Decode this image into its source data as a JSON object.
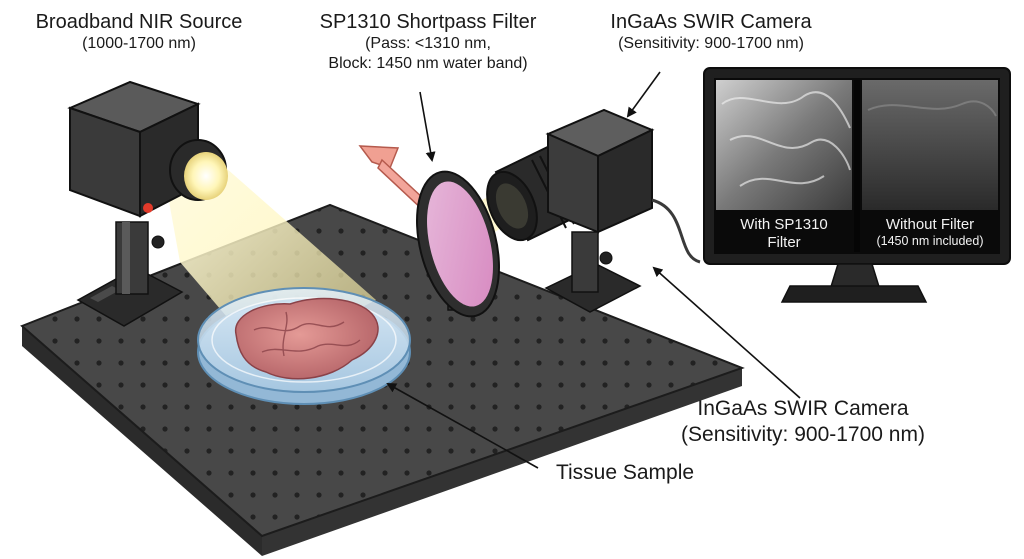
{
  "labels": {
    "source": {
      "title": "Broadband NIR Source",
      "sub": "(1000-1700 nm)"
    },
    "filter": {
      "title": "SP1310 Shortpass Filter",
      "sub1": "(Pass: <1310 nm,",
      "sub2": "Block: 1450 nm water band)"
    },
    "camera_top": {
      "title": "InGaAs SWIR Camera",
      "sub": "(Sensitivity: 900-1700 nm)"
    },
    "camera_bottom": {
      "title": "InGaAs SWIR Camera",
      "sub": "(Sensitivity: 900-1700 nm)"
    },
    "sample": {
      "title": "Tissue Sample"
    }
  },
  "monitor": {
    "left_caption_1": "With SP1310",
    "left_caption_2": "Filter",
    "right_caption_1": "Without Filter",
    "right_caption_2": "(1450 nm included)"
  },
  "colors": {
    "table": "#4a4a4a",
    "beam": "#fff3a8",
    "reflected_arrow": "#f2a59a",
    "filter_glass": "#f0a8d8",
    "tissue": "#c9787a"
  }
}
